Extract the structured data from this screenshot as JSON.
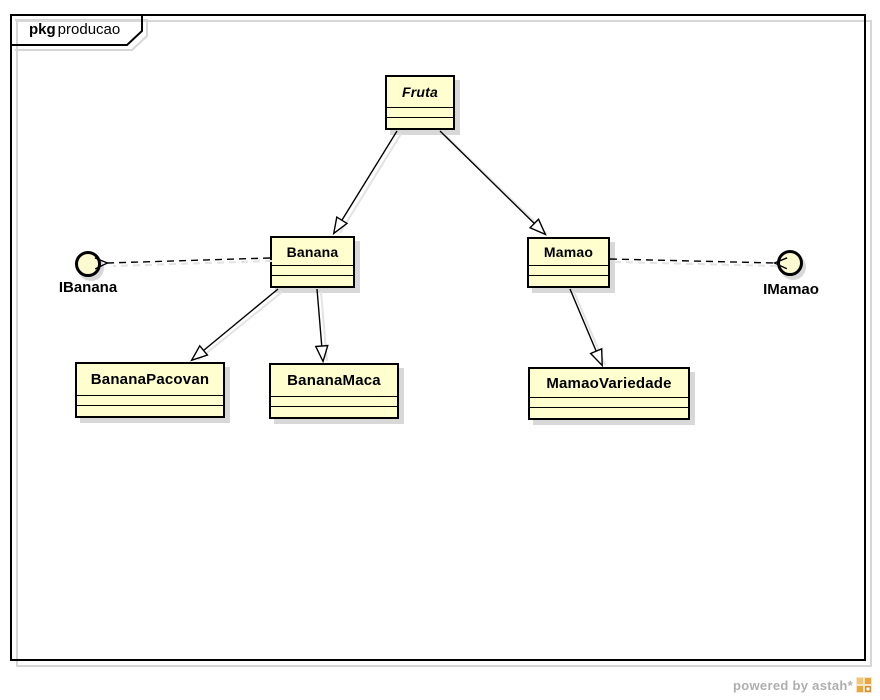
{
  "frame": {
    "tab_keyword": "pkg",
    "tab_name": "producao"
  },
  "classes": [
    {
      "name": "Fruta",
      "abstract": true
    },
    {
      "name": "Banana",
      "abstract": false
    },
    {
      "name": "Mamao",
      "abstract": false
    },
    {
      "name": "BananaPacovan",
      "abstract": false
    },
    {
      "name": "BananaMaca",
      "abstract": false
    },
    {
      "name": "MamaoVariedade",
      "abstract": false
    }
  ],
  "interfaces": [
    {
      "name": "IBanana"
    },
    {
      "name": "IMamao"
    }
  ],
  "relations": [
    {
      "type": "generalization",
      "from": "Fruta",
      "to": "Banana",
      "arrow_at": "to"
    },
    {
      "type": "generalization",
      "from": "Fruta",
      "to": "Mamao",
      "arrow_at": "to"
    },
    {
      "type": "generalization",
      "from": "Banana",
      "to": "BananaPacovan",
      "arrow_at": "to"
    },
    {
      "type": "generalization",
      "from": "Banana",
      "to": "BananaMaca",
      "arrow_at": "to"
    },
    {
      "type": "generalization",
      "from": "Mamao",
      "to": "MamaoVariedade",
      "arrow_at": "to"
    },
    {
      "type": "dependency-dashed",
      "from": "Banana",
      "to": "IBanana",
      "arrow_at": "to"
    },
    {
      "type": "dependency-dashed",
      "from": "Mamao",
      "to": "IMamao",
      "arrow_at": "to"
    }
  ],
  "watermark": {
    "text": "powered by astah*"
  },
  "colors": {
    "class_fill": "#FEFECE",
    "border": "#000000",
    "shadow": "#D8D8D8",
    "watermark_text": "#AEAEAE",
    "logo_orange": "#E9A63A"
  }
}
